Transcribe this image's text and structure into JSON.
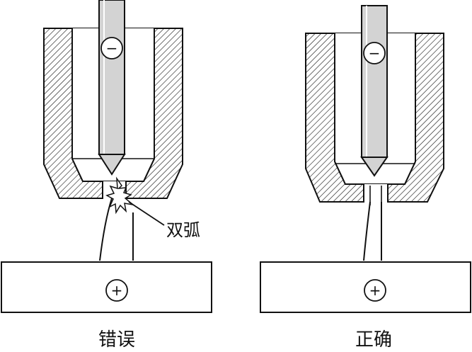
{
  "left_panel": {
    "caption": "错误",
    "callout": "双弧",
    "electrode_sign": "−",
    "workpiece_sign": "+"
  },
  "right_panel": {
    "caption": "正确",
    "electrode_sign": "−",
    "workpiece_sign": "+"
  },
  "colors": {
    "stroke": "#111111",
    "background": "#ffffff",
    "electrode_fill": "#d3d3d3",
    "hatch": "#111111"
  }
}
